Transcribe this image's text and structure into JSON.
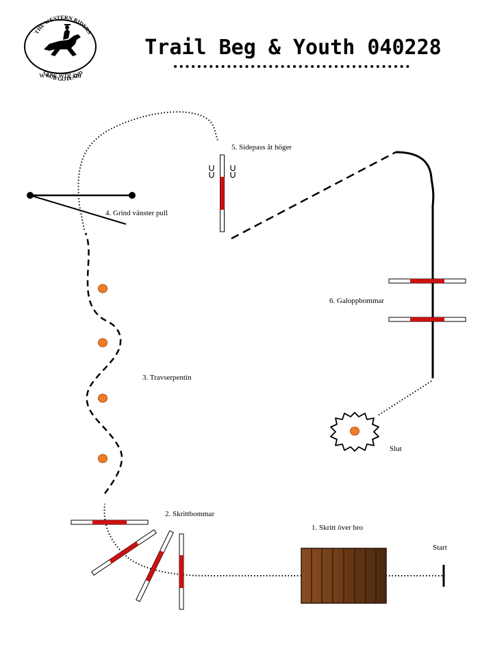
{
  "header": {
    "title": "Trail Beg & Youth 040228",
    "website": "www.wrg.nu",
    "logo": {
      "top_text": "THE WESTERN RIDERS",
      "bottom_text": "CLUB GOTLAND"
    }
  },
  "obstacles": {
    "start": "Start",
    "bridge": "1. Skritt över bro",
    "walk_poles": "2. Skrittbommar",
    "trot_serpentine": "3. Travserpentin",
    "gate": "4. Grind vänster pull",
    "sidepass": "5. Sidepass åt höger",
    "lope_poles": "6. Galoppbommar",
    "finish": "Slut"
  },
  "colors": {
    "pole_red": "#cc1111",
    "cone_orange": "#f07d28",
    "bridge_brown": "#6b3a17",
    "path": "#000000"
  }
}
